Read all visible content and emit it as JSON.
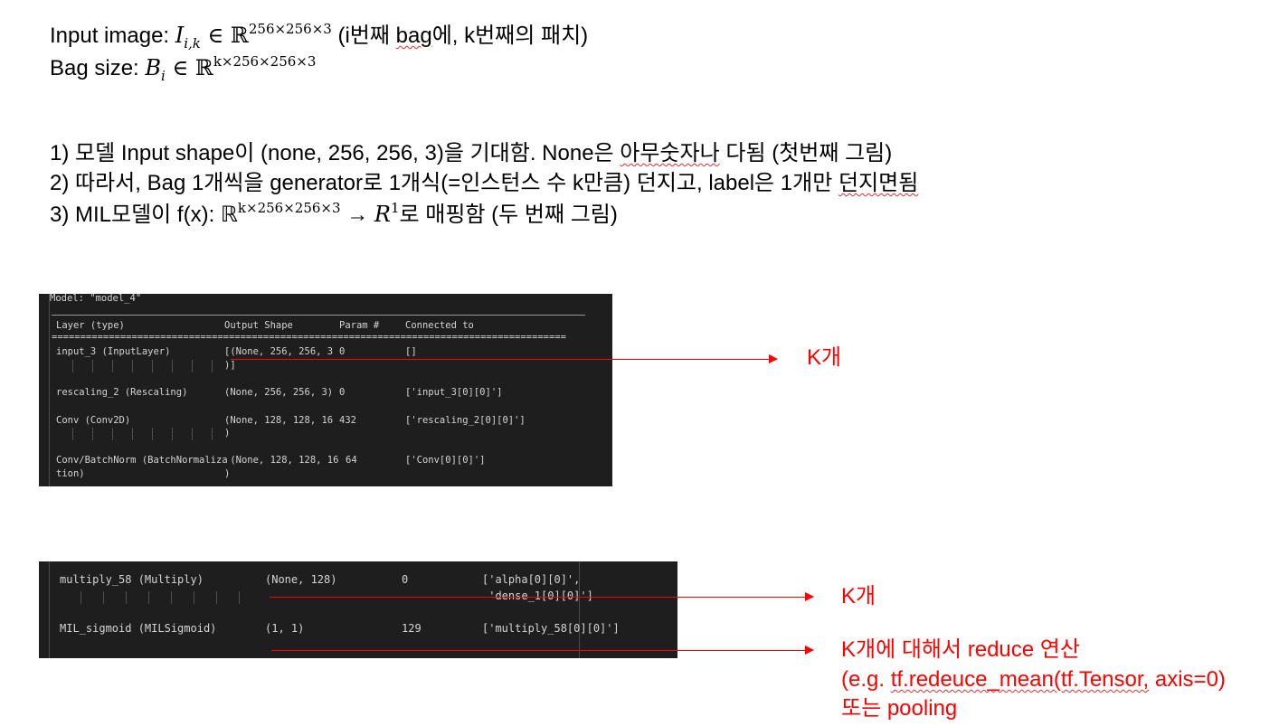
{
  "header": {
    "line1": {
      "prefix": "Input image: ",
      "var": "I",
      "var_sub": "i,k",
      "in": " ∈ ℝ",
      "exp": "256×256×3",
      "note_a": " (i번째 ",
      "note_b": "bag",
      "note_c": "에, k번째의 패치)"
    },
    "line2": {
      "prefix": "Bag size: ",
      "var": "B",
      "var_sub": "i",
      "in": " ∈ ℝ",
      "exp": "k×256×256×3"
    }
  },
  "steps": {
    "s1": {
      "a": "1) 모델 Input shape이 (none, 256, 256, 3)을 기대함. None은 ",
      "b": "아무숫자나",
      "c": " 다됨 (첫번째 그림)"
    },
    "s2": {
      "a": "2) 따라서, Bag 1개씩을 generator로 1개식(=인스턴스 수 k만큼) 던지고, label은 1개만 ",
      "b": "던지면됨"
    },
    "s3": {
      "a": "3) MIL모델이 f(x): ℝ",
      "exp": "k×256×256×3",
      "arrow": "  → ",
      "r": "R",
      "r_exp": "1",
      "c": "로 매핑함 (두 번째 그림)"
    }
  },
  "panel1": {
    "model_title": "Model: \"model_4\"",
    "headers": [
      "Layer (type)",
      "Output Shape",
      "Param #",
      "Connected to"
    ],
    "separator": "==========================================================================================",
    "rows": [
      {
        "layer": "input_3 (InputLayer)",
        "shape": "[(None, 256, 256, 3",
        "shape2": ")]",
        "param": "0",
        "conn": "[]"
      },
      {
        "layer": "rescaling_2 (Rescaling)",
        "shape": "(None, 256, 256, 3)",
        "shape2": "",
        "param": "0",
        "conn": "['input_3[0][0]']"
      },
      {
        "layer": "Conv (Conv2D)",
        "shape": "(None, 128, 128, 16",
        "shape2": ")",
        "param": "432",
        "conn": "['rescaling_2[0][0]']"
      },
      {
        "layer": "Conv/BatchNorm (BatchNormaliza",
        "layer2": "tion)",
        "shape": " (None, 128, 128, 16",
        "shape2": ")",
        "param": "64",
        "conn": "['Conv[0][0]']"
      }
    ]
  },
  "panel2": {
    "rows": [
      {
        "layer": "multiply_58 (Multiply)",
        "shape": "(None, 128)",
        "param": "0",
        "conn": "['alpha[0][0]',",
        "conn2": " 'dense_1[0][0]']"
      },
      {
        "layer": "MIL_sigmoid (MILSigmoid)",
        "shape": "(1, 1)",
        "param": "129",
        "conn": "['multiply_58[0][0]']"
      }
    ]
  },
  "annotations": {
    "a1": "K개",
    "a2": "K개",
    "a3_line1": "K개에 대해서 reduce 연산",
    "a3_line2_a": "(e.g. ",
    "a3_line2_b": "tf.redeuce_mean(tf.Tensor,",
    "a3_line2_c": " axis=0)",
    "a3_line3": "또는 pooling"
  },
  "colors": {
    "annotation": "#ff0000",
    "panel_bg": "#1e1e1e",
    "code_text": "#d4d4d4"
  }
}
